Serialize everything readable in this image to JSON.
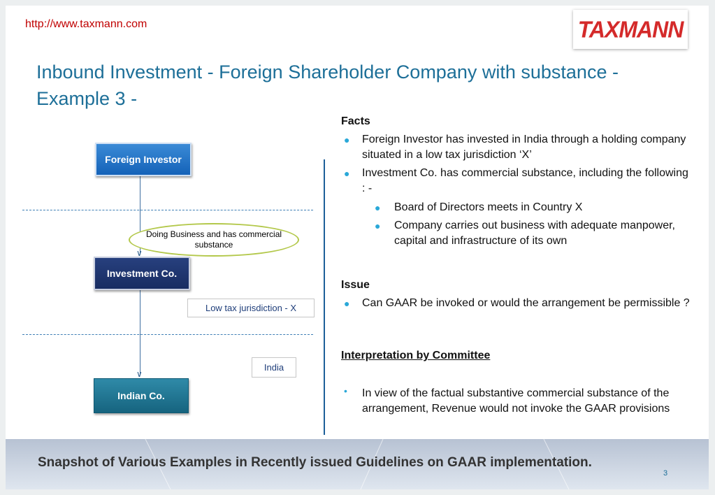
{
  "header": {
    "url": "http://www.taxmann.com",
    "logo_text": "TAXMANN"
  },
  "title": "Inbound Investment - Foreign Shareholder Company with substance - Example 3 -",
  "diagram": {
    "foreign_investor": "Foreign Investor",
    "oval_note": "Doing Business and has commercial substance",
    "investment_co": "Investment Co.",
    "low_tax_label": "Low tax jurisdiction  - X",
    "india_label": "India",
    "indian_co": "Indian Co."
  },
  "facts": {
    "heading": "Facts",
    "bullets": [
      "Foreign Investor has invested in India through a holding company situated in a low tax jurisdiction ‘X’",
      "Investment Co. has commercial substance, including the following : -"
    ],
    "sub_bullets": [
      "Board of Directors meets in Country X",
      "Company carries out business with adequate manpower, capital and infrastructure of its own"
    ]
  },
  "issue": {
    "heading": "Issue",
    "bullet": "Can GAAR be invoked or would the arrangement be permissible ?"
  },
  "interpretation": {
    "heading": "Interpretation by Committee",
    "bullet": "In view of the factual substantive commercial substance of the arrangement, Revenue would not invoke the GAAR provisions"
  },
  "footer": {
    "text": "Snapshot of Various Examples in Recently issued Guidelines on GAAR implementation.",
    "page_number": "3"
  },
  "colors": {
    "title": "#1d6f98",
    "url": "#c00000",
    "logo": "#d42a2a",
    "bullet": "#2aa8d8"
  }
}
